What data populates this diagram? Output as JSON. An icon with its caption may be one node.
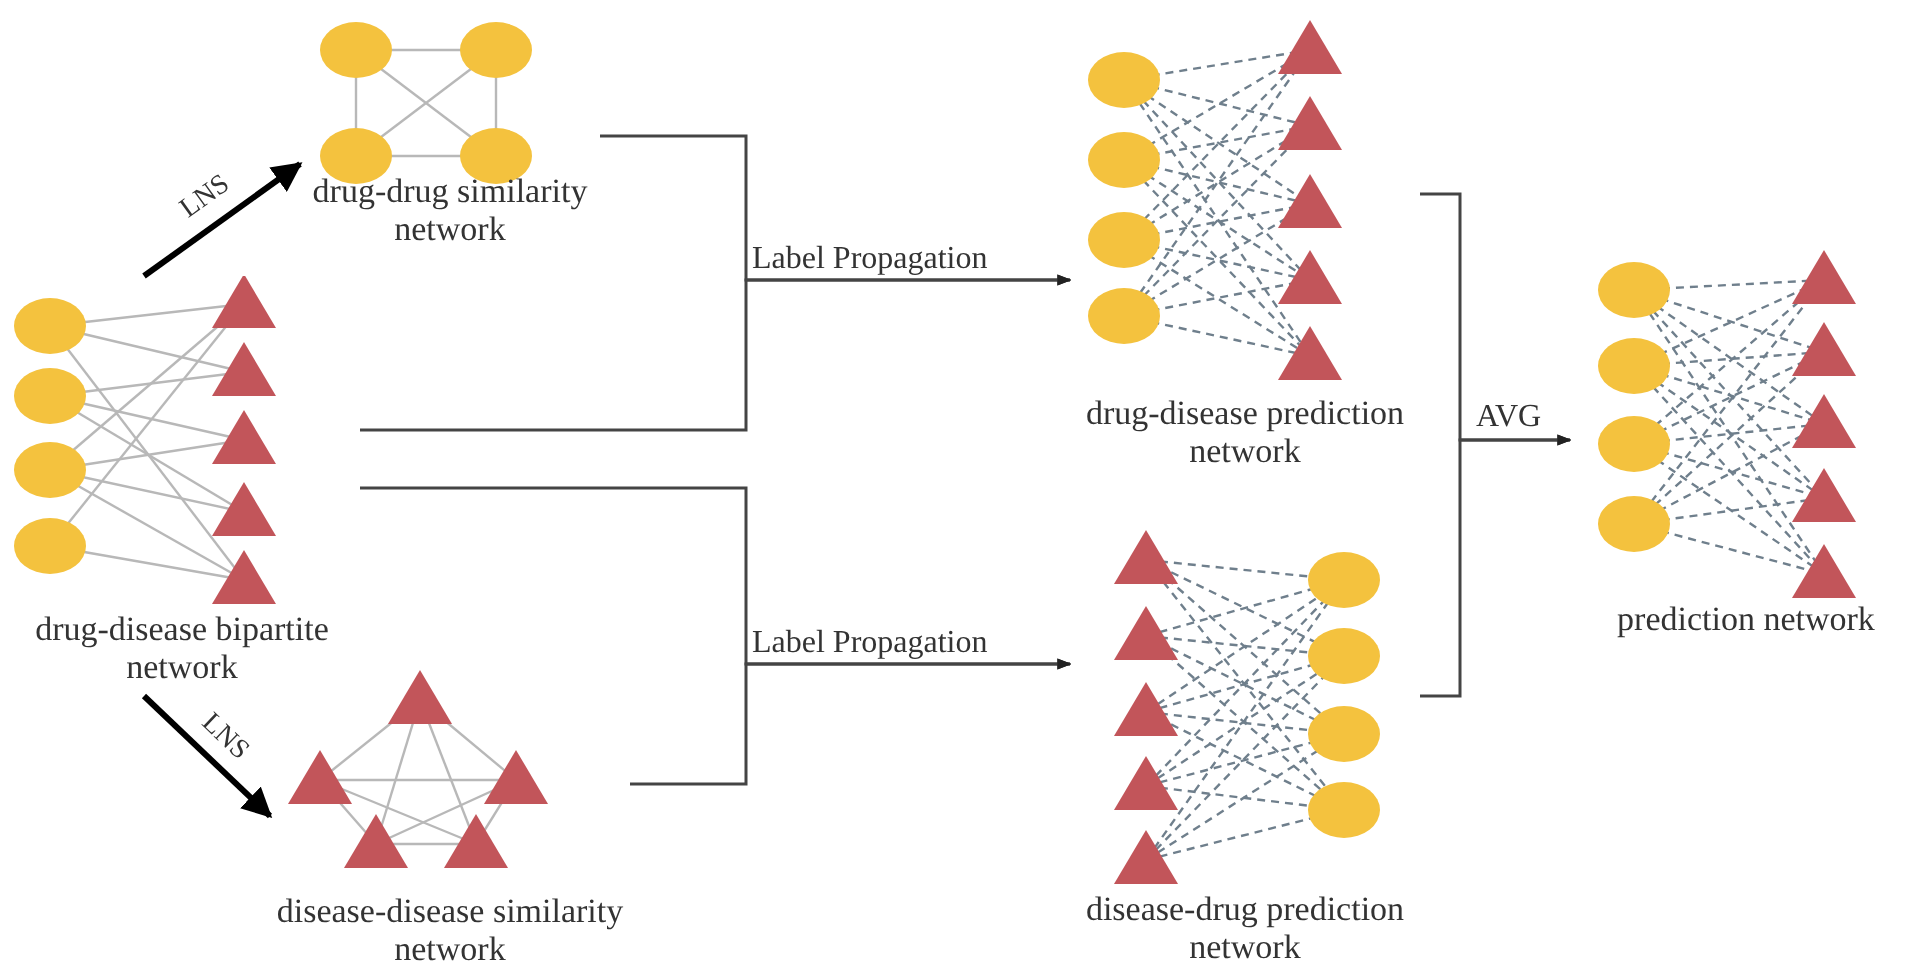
{
  "diagram": {
    "nodes": [
      {
        "text": [
          "drug-disease bipartite network"
        ]
      },
      {
        "text": [
          "drug-drug similarity network"
        ]
      },
      {
        "text": [
          "disease-disease similarity network"
        ]
      },
      {
        "text": [
          "drug-disease prediction network"
        ]
      },
      {
        "text": [
          "disease-drug prediction network"
        ]
      },
      {
        "text": [
          "prediction network"
        ]
      }
    ],
    "edges": [
      {
        "from": 0,
        "to": 1,
        "arrow": "to",
        "label": "LNS",
        "style": "thick"
      },
      {
        "from": 0,
        "to": 2,
        "arrow": "to",
        "label": "LNS",
        "style": "thick"
      },
      {
        "from": 1,
        "to": 3,
        "arrow": "to",
        "label": "Label Propagation"
      },
      {
        "from": 0,
        "to": 3,
        "arrow": "to"
      },
      {
        "from": 0,
        "to": 4,
        "arrow": "to",
        "label": "Label Propagation"
      },
      {
        "from": 2,
        "to": 4,
        "arrow": "to"
      },
      {
        "from": 3,
        "to": 5,
        "arrow": "to",
        "label": "AVG"
      },
      {
        "from": 4,
        "to": 5,
        "arrow": "to"
      }
    ]
  }
}
